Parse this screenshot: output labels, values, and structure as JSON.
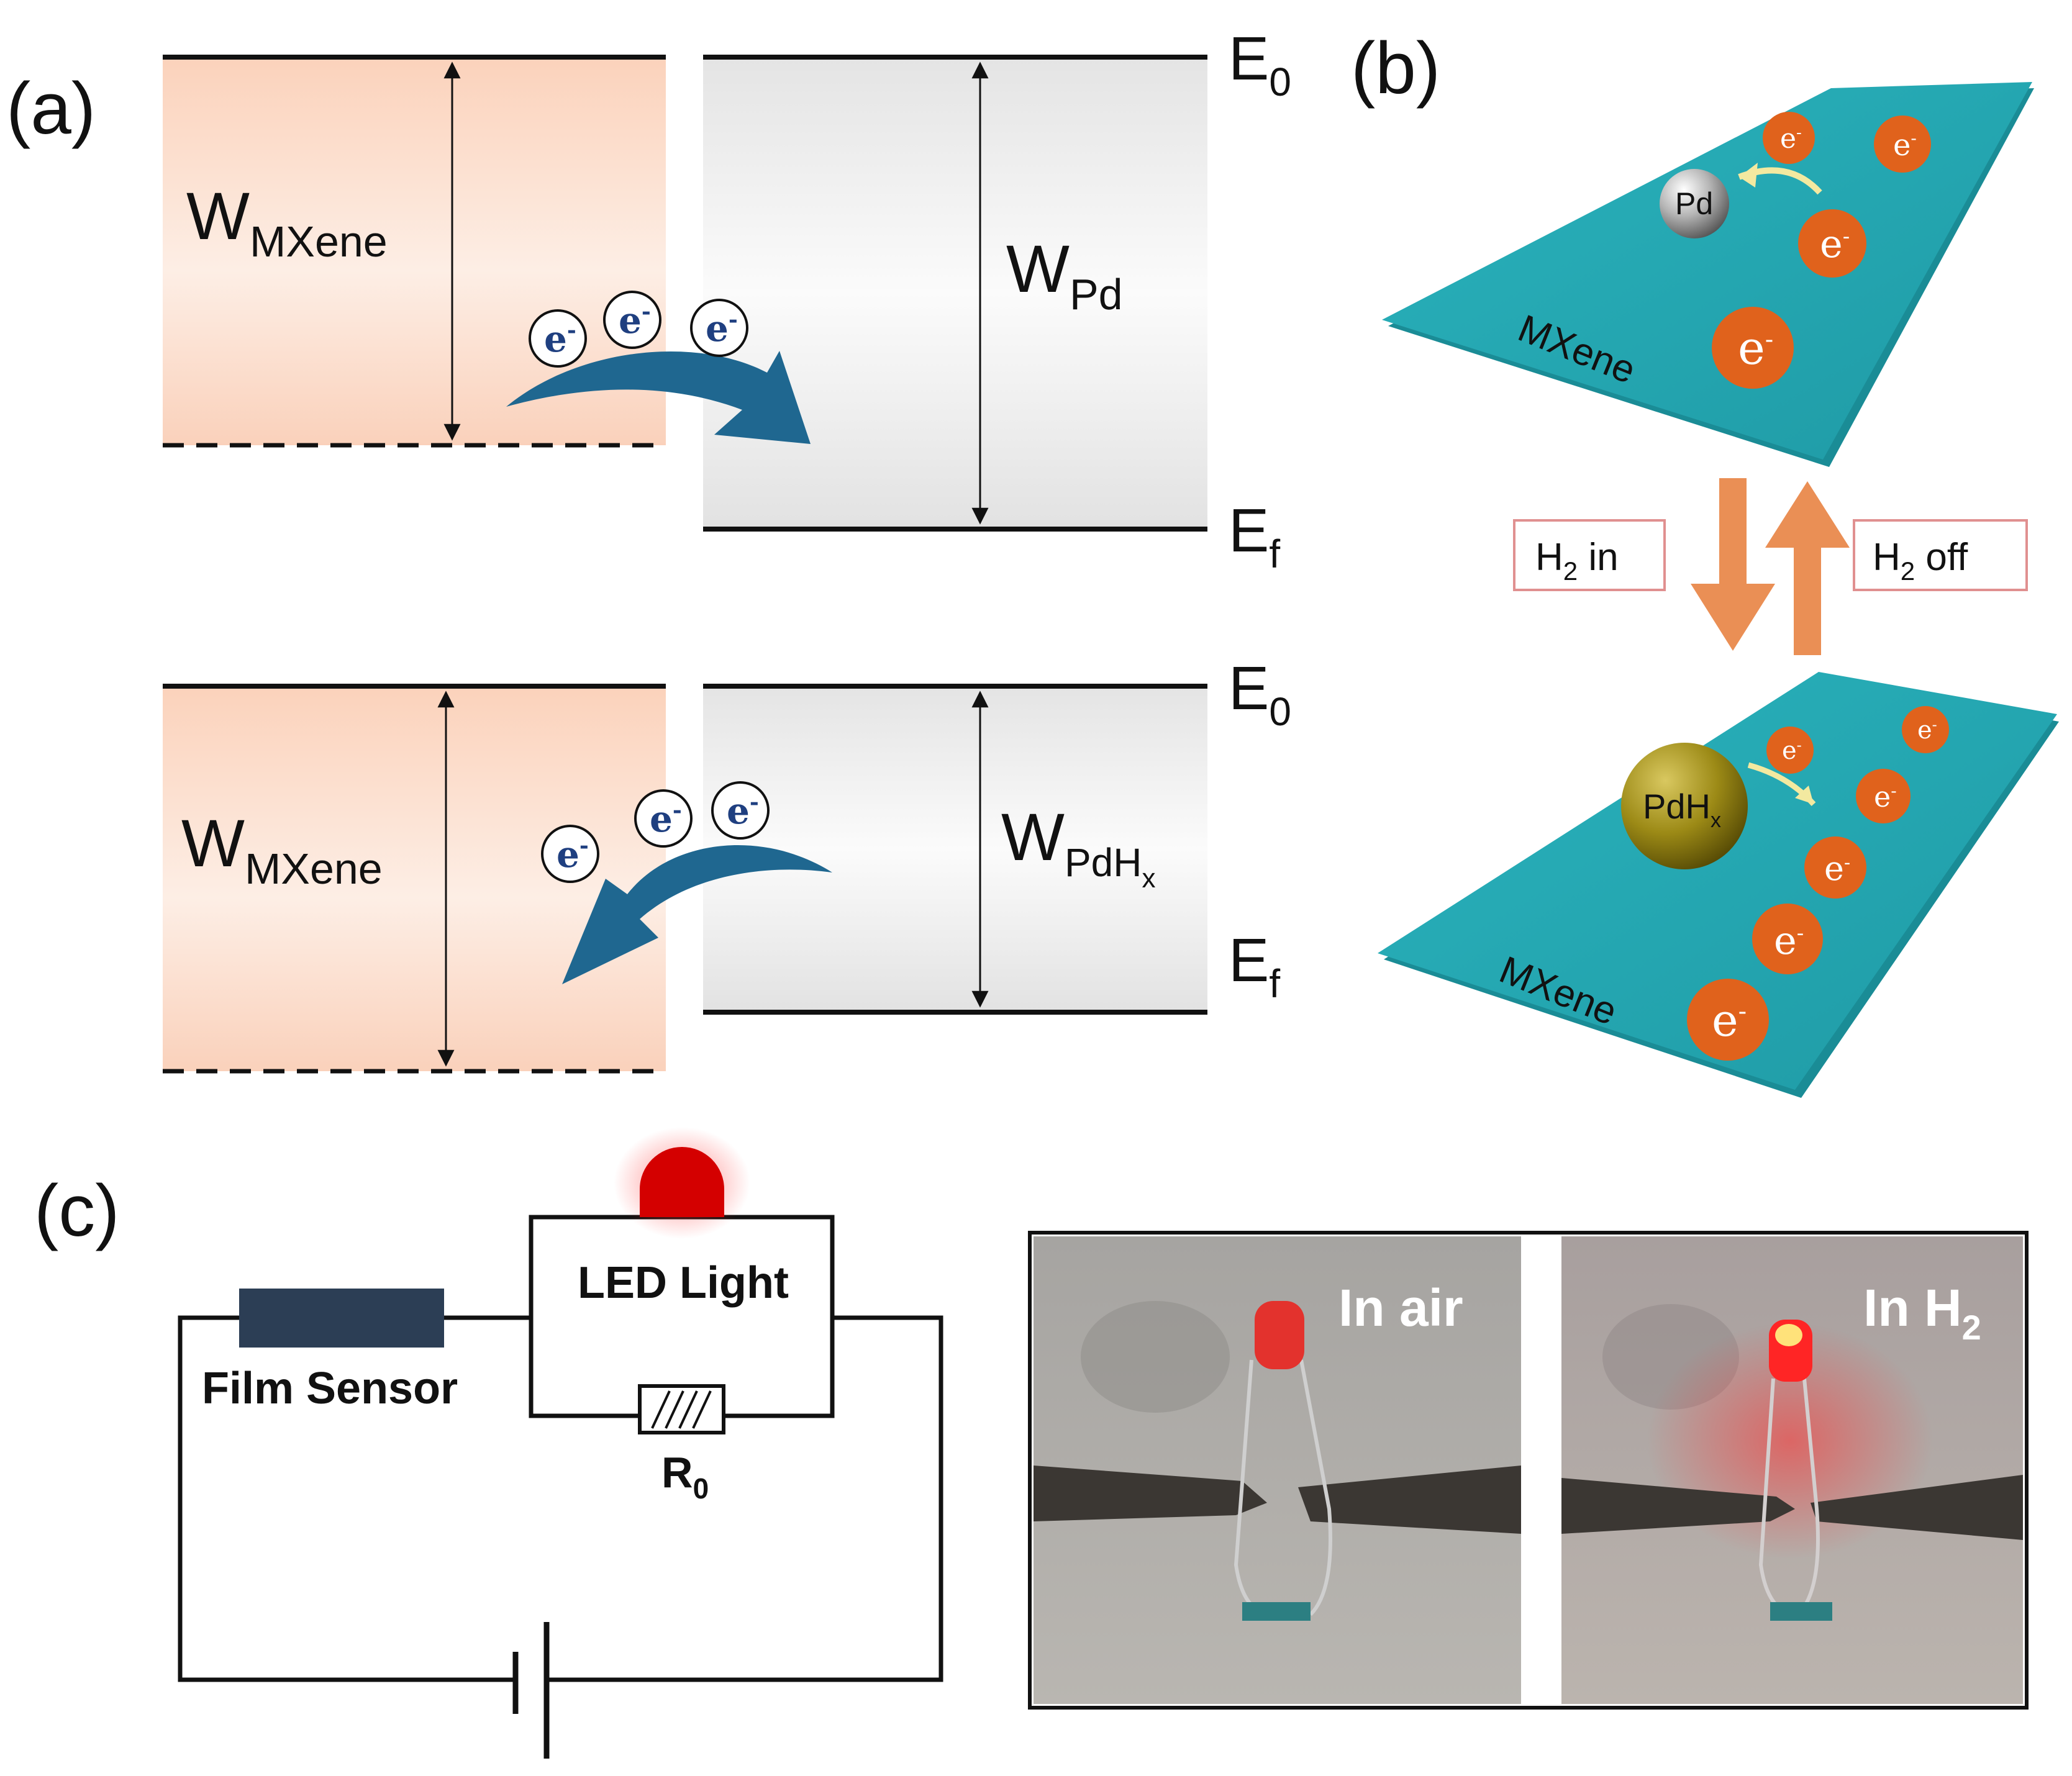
{
  "panel_a": {
    "label": "(a)",
    "e0": "E",
    "e0_sub": "0",
    "ef": "E",
    "ef_sub": "f",
    "w": "W",
    "w_mxene_sub": "MXene",
    "w_pd_sub": "Pd",
    "w_pdhx_sub": "PdH",
    "w_pdhx_subsub": "x",
    "electron": "e",
    "electron_sup": "-"
  },
  "panel_b": {
    "label": "(b)",
    "mxene": "MXene",
    "pd": "Pd",
    "pdhx": "PdH",
    "pdhx_sub": "x",
    "h2_in": "H",
    "h2_in_sub": "2",
    "h2_in_tail": " in",
    "h2_off": "H",
    "h2_off_sub": "2",
    "h2_off_tail": " off",
    "electron": "e",
    "electron_sup": "-"
  },
  "panel_c": {
    "label": "(c)",
    "led": "LED Light",
    "film": "Film Sensor",
    "r": "R",
    "r_sub": "0",
    "in_air": "In air",
    "in_h2": "In H",
    "in_h2_sub": "2"
  },
  "colors": {
    "mxene_fill": "#f9cdb6",
    "pd_fill": "#e6e6e6",
    "arrow_blue": "#1d5f86",
    "plate": "#27aeb9",
    "electron": "#e0621c",
    "orange_arrow": "#ea8f55",
    "led_red": "#d40000",
    "sensor": "#2c3e55"
  }
}
